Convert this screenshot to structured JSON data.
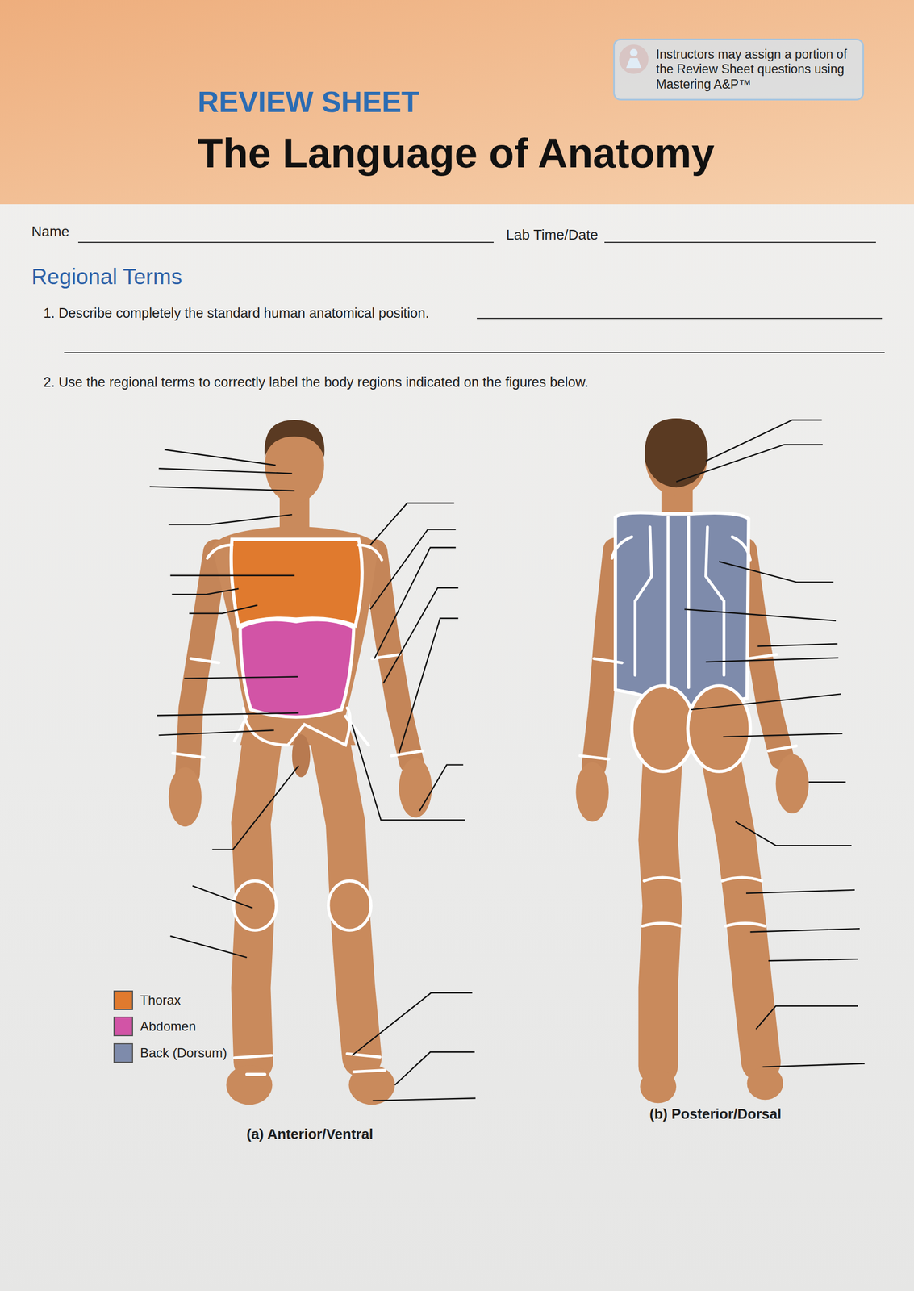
{
  "diagram": {
    "title": "The Language of Anatomy",
    "nodes": [
      {
        "text": [
          "Instructors may assign a portion of the Review Sheet questions using Mastering A&P™"
        ]
      }
    ],
    "labels": [
      "REVIEW SHEET",
      "Name",
      "Lab Time/Date",
      "Regional Terms",
      "1. Describe completely the standard human anatomical position.",
      "2. Use the regional terms to correctly label the body regions indicated on the figures below.",
      "(a) Anterior/Ventral",
      "(b) Posterior/Dorsal"
    ],
    "legend": [
      {
        "text": "Thorax",
        "color": "#e07a2e"
      },
      {
        "text": "Abdomen",
        "color": "#d254a6"
      },
      {
        "text": "Back (Dorsum)",
        "color": "#7e8bab"
      }
    ]
  }
}
